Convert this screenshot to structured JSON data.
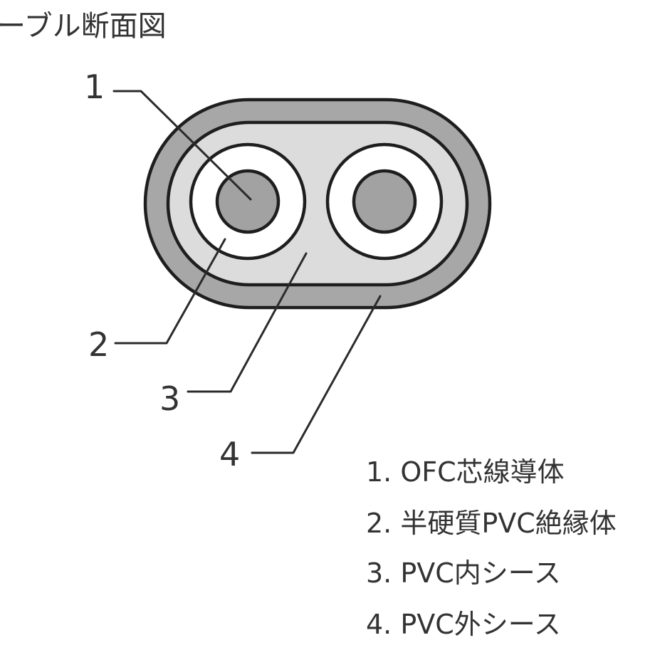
{
  "title": "ーブル断面図",
  "callouts": [
    "1",
    "2",
    "3",
    "4"
  ],
  "legend": [
    "1. OFC芯線導体",
    "2. 半硬質PVC絶縁体",
    "3. PVC内シース",
    "4. PVC外シース"
  ],
  "colors": {
    "outer_sheath": "#a7a7a7",
    "inner_sheath": "#dcdcdc",
    "insulation": "#ffffff",
    "conductor": "#a2a2a2",
    "outline": "#1e1e1e",
    "text": "#333333"
  }
}
